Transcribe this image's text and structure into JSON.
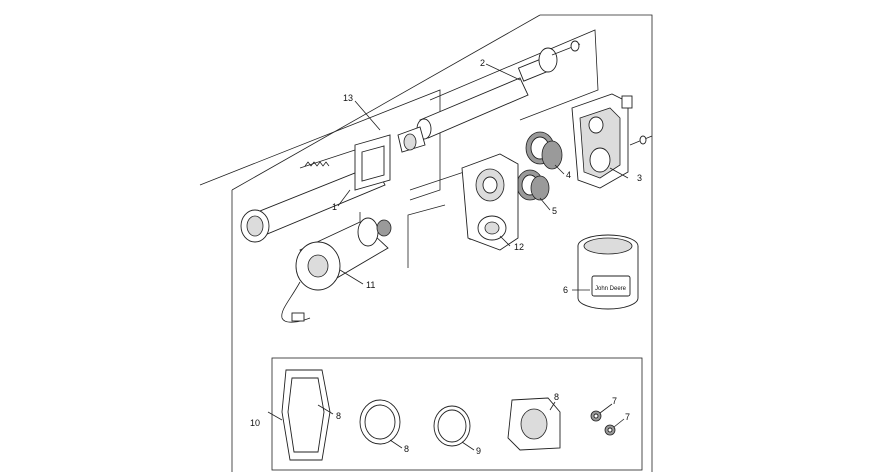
{
  "diagram": {
    "callouts": {
      "c1": "1",
      "c2": "2",
      "c3": "3",
      "c4": "4",
      "c5": "5",
      "c6": "6",
      "c7a": "7",
      "c7b": "7",
      "c8a": "8",
      "c8b": "8",
      "c8c": "8",
      "c9": "9",
      "c10": "10",
      "c11": "11",
      "c12": "12",
      "c13": "13"
    },
    "can_logo_text": "John Deere"
  }
}
